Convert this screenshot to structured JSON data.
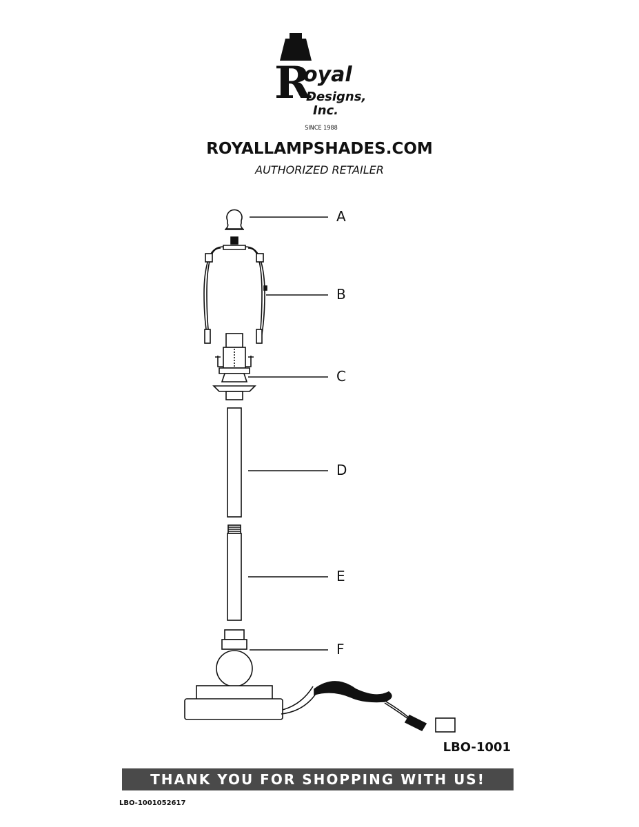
{
  "logo": {
    "line1": "oyal",
    "initial": "R",
    "line2": "Designs,",
    "line3": "Inc.",
    "since": "SINCE 1988"
  },
  "header": {
    "website": "ROYALLAMPSHADES.COM",
    "subtitle": "AUTHORIZED RETAILER"
  },
  "parts": [
    {
      "letter": "A",
      "icon": "finial-icon"
    },
    {
      "letter": "B",
      "icon": "harp-icon"
    },
    {
      "letter": "C",
      "icon": "socket-saddle-icon"
    },
    {
      "letter": "D",
      "icon": "upper-rod-icon"
    },
    {
      "letter": "E",
      "icon": "lower-rod-icon"
    },
    {
      "letter": "F",
      "icon": "base-icon"
    }
  ],
  "model": "LBO-1001",
  "banner": "THANK YOU FOR SHOPPING  WITH US!",
  "sku": "LBO-1001052617"
}
